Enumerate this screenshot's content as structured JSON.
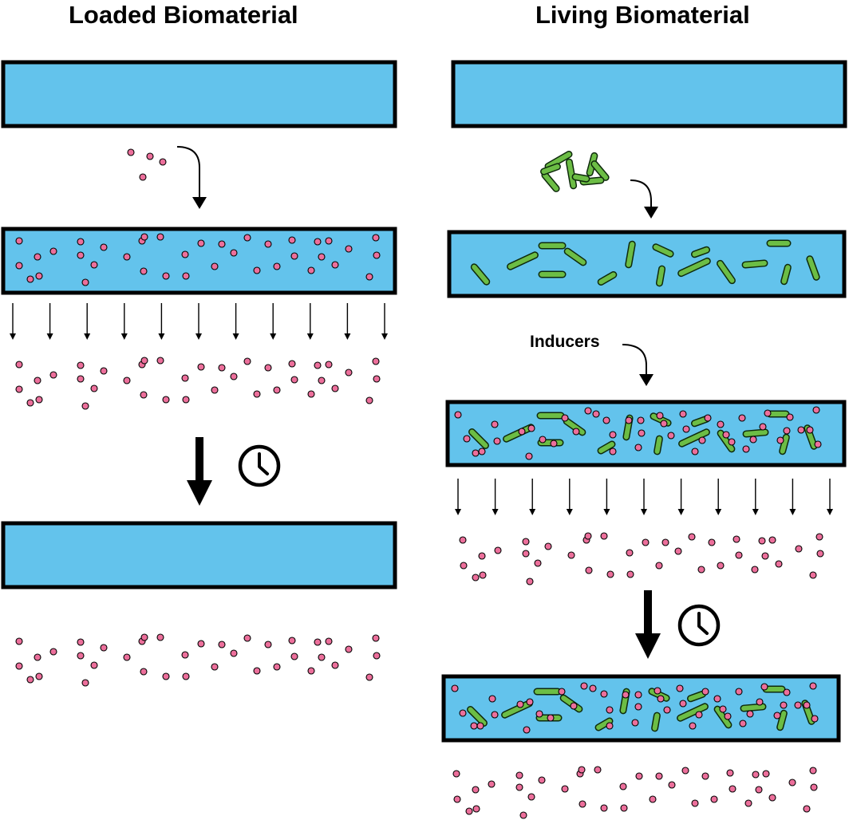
{
  "titles": {
    "left": "Loaded Biomaterial",
    "right": "Living Biomaterial"
  },
  "labels": {
    "inducers": "Inducers"
  },
  "colors": {
    "material": "#63c3ec",
    "outline": "#000000",
    "particle": "#ec6f9b",
    "bacteria": "#6cbd45",
    "bacteria_outline": "#0e2a0c"
  },
  "icons": {
    "time": "clock-icon",
    "arrow_down": "arrow-down-icon"
  }
}
